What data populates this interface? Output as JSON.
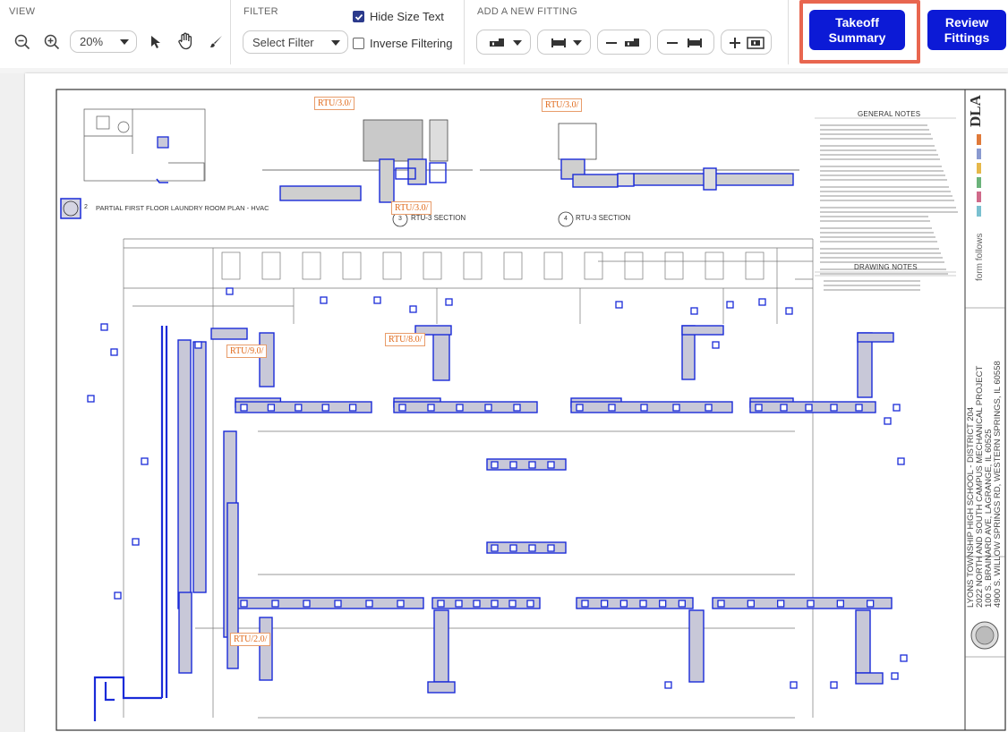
{
  "toolbar": {
    "view_label": "VIEW",
    "filter_label": "FILTER",
    "add_fitting_label": "ADD A NEW FITTING",
    "zoom_value": "20%",
    "filter_placeholder": "Select Filter",
    "hide_size_text": {
      "label": "Hide Size Text",
      "checked": true
    },
    "inverse_filtering": {
      "label": "Inverse Filtering",
      "checked": false
    },
    "takeoff_button": "Takeoff Summary",
    "review_button": "Review Fittings",
    "icons": [
      "zoom-out-icon",
      "zoom-in-icon",
      "pointer-icon",
      "pan-hand-icon",
      "brush-icon",
      "fitting-elbow-icon",
      "fitting-straight-icon",
      "minus-icon",
      "plus-icon"
    ],
    "accent_color": "#0c1ad6",
    "highlight_color": "#e8664f"
  },
  "drawing": {
    "rtu_tags": [
      "RTU/3.0/",
      "RTU/3.0/",
      "RTU/3.0/",
      "RTU/9.0/",
      "RTU/8.0/",
      "RTU/2.0/"
    ],
    "plan_title": "PARTIAL FIRST FLOOR LAUNDRY ROOM PLAN - HVAC",
    "plan_number": "2",
    "section3_number": "3",
    "section3_title": "RTU-3 SECTION",
    "section4_number": "4",
    "section4_title": "RTU-3 SECTION",
    "general_notes_title": "GENERAL NOTES",
    "drawing_notes_title": "DRAWING NOTES",
    "title_block_project": "LYONS TOWNSHIP HIGH SCHOOL - DISTRICT 204",
    "title_block_line2": "2022 NORTH AND SOUTH CAMPUS MECHANICAL PROJECT",
    "title_block_line3": "100 S. BRAINARD AVE, LAGRANGE, IL 60525",
    "title_block_line4": "4900 S. WILLOW SPRINGS RD, WESTERN SPRINGS, IL 60558",
    "firm_logo": "DLA",
    "firm_name": "form follows",
    "line_color": "#1a2bd8",
    "tag_color": "#e06a1b"
  }
}
